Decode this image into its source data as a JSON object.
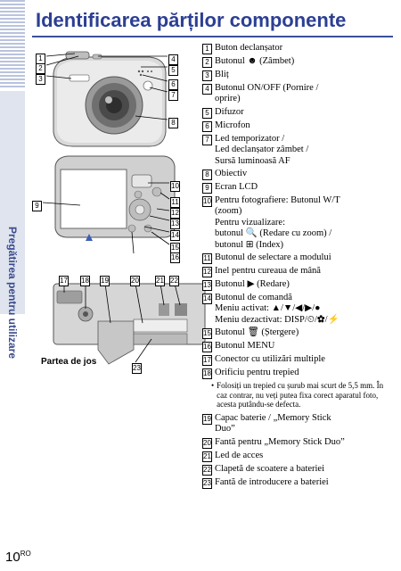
{
  "page": {
    "title": "Identificarea părților componente",
    "side_tab": "Pregătirea pentru utilizare",
    "page_number": "10",
    "page_suffix": "RO"
  },
  "diagram": {
    "bottom_label": "Partea de jos",
    "callout_numbers": [
      "1",
      "2",
      "3",
      "4",
      "5",
      "6",
      "7",
      "8",
      "9",
      "10",
      "11",
      "12",
      "13",
      "14",
      "15",
      "16",
      "17",
      "18",
      "19",
      "20",
      "21",
      "22",
      "23"
    ]
  },
  "legend": [
    {
      "n": "1",
      "text": "Buton declanșator"
    },
    {
      "n": "2",
      "text": "Butonul ☻ (Zâmbet)"
    },
    {
      "n": "3",
      "text": "Bliț"
    },
    {
      "n": "4",
      "text": "Butonul ON/OFF (Pornire /\noprire)"
    },
    {
      "n": "5",
      "text": "Difuzor"
    },
    {
      "n": "6",
      "text": "Microfon"
    },
    {
      "n": "7",
      "text": "Led temporizator /\nLed declanșator zâmbet /\nSursă luminoasă AF"
    },
    {
      "n": "8",
      "text": "Obiectiv"
    },
    {
      "n": "9",
      "text": "Ecran LCD"
    },
    {
      "n": "10",
      "text": "Pentru fotografiere: Butonul W/T\n(zoom)\nPentru vizualizare:\nbutonul 🔍 (Redare cu zoom) /\nbutonul ⊞ (Index)"
    },
    {
      "n": "11",
      "text": "Butonul de selectare a modului"
    },
    {
      "n": "12",
      "text": "Inel pentru cureaua de mână"
    },
    {
      "n": "13",
      "text": "Butonul ▶ (Redare)"
    },
    {
      "n": "14",
      "text": "Butonul de comandă\nMeniu activat: ▲/▼/◀/▶/●\nMeniu dezactivat: DISP/⏲/✿/⚡"
    },
    {
      "n": "15",
      "text": "Butonul 🗑 (Ștergere)"
    },
    {
      "n": "16",
      "text": "Butonul MENU"
    },
    {
      "n": "17",
      "text": "Conector cu utilizări multiple"
    },
    {
      "n": "18",
      "text": "Orificiu pentru trepied"
    },
    {
      "n": "19",
      "text": "Capac baterie / „Memory Stick\nDuo”"
    },
    {
      "n": "20",
      "text": "Fantă pentru „Memory Stick Duo”"
    },
    {
      "n": "21",
      "text": "Led de acces"
    },
    {
      "n": "22",
      "text": "Clapetă de scoatere a bateriei"
    },
    {
      "n": "23",
      "text": "Fantă de introducere a bateriei"
    }
  ],
  "note_18": {
    "bullet": "•",
    "text": "Folosiți un trepied cu șurub mai scurt de 5,5 mm. În caz contrar, nu veți putea fixa corect aparatul foto, acesta putându-se defecta."
  }
}
